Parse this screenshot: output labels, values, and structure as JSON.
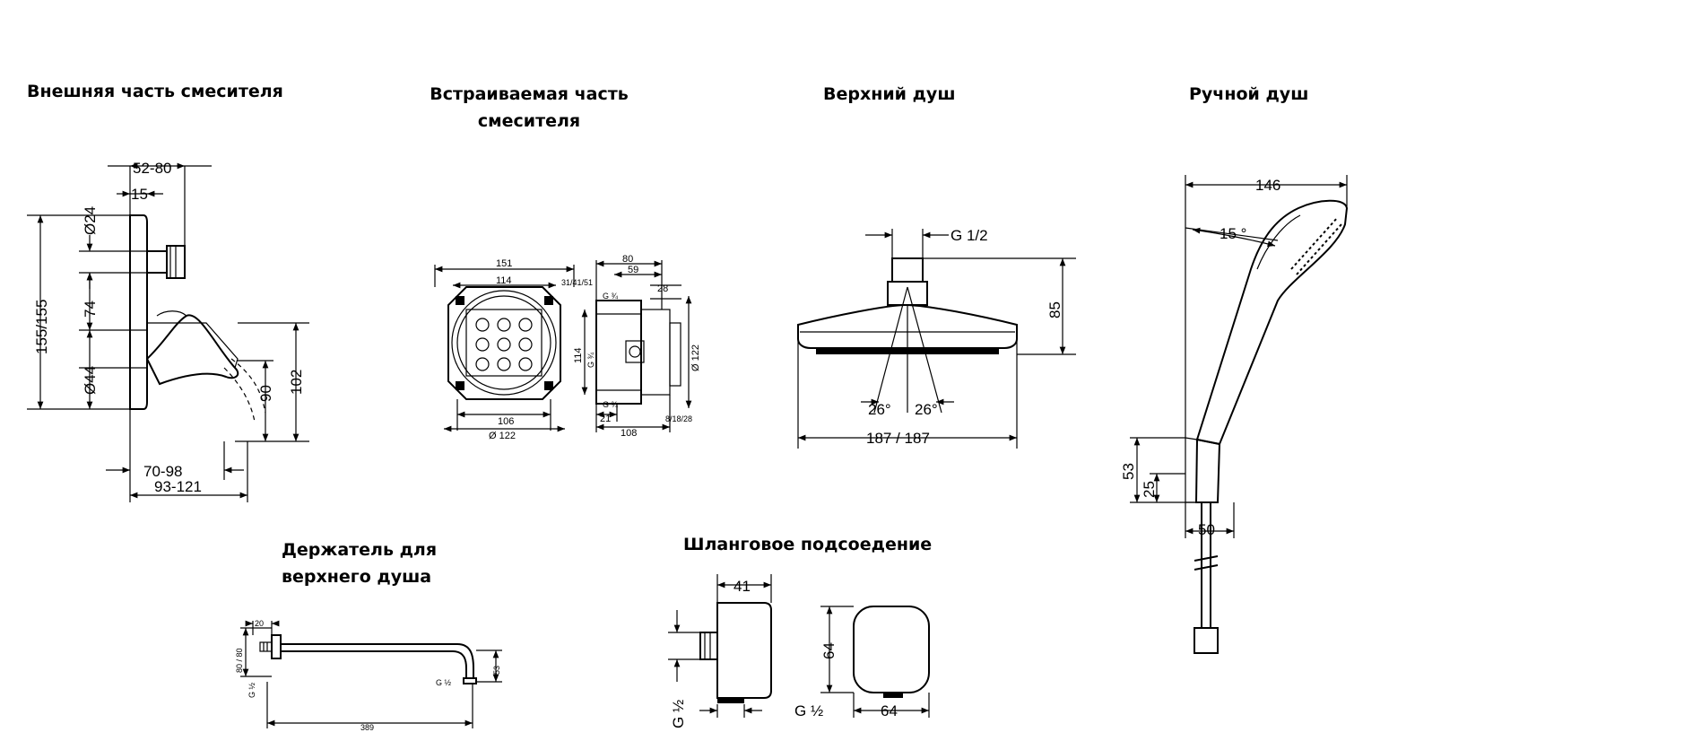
{
  "titles": {
    "mixer_outer": "Внешняя часть смесителя",
    "mixer_inner_l1": "Встраиваемая часть",
    "mixer_inner_l2": "смесителя",
    "overhead_shower": "Верхний душ",
    "hand_shower": "Ручной душ",
    "holder_l1": "Держатель для",
    "holder_l2": "верхнего душа",
    "hose_connection": "Шланговое подсоедение"
  },
  "dims": {
    "mixer_outer": {
      "depth": "52-80",
      "offset": "15",
      "d24": "Ø24",
      "h155": "155/155",
      "h74": "74",
      "d44": "Ø44",
      "h90": "90",
      "h102": "102",
      "w70": "70-98",
      "w93": "93-121"
    },
    "mixer_inner": {
      "w151": "151",
      "w114": "114",
      "h114": "114",
      "w106": "106",
      "d122": "Ø 122",
      "w80": "80",
      "w59": "59",
      "s31": "31/41/51",
      "g34a": "G ¾",
      "g34b": "G ¾",
      "g34c": "G ¾",
      "r28": "28",
      "d122v": "Ø 122",
      "w21": "21",
      "w108": "108",
      "s8": "8/18/28"
    },
    "overhead": {
      "g12": "G 1/2",
      "h85": "85",
      "a26l": "26°",
      "a26r": "26°",
      "w187": "187 / 187"
    },
    "hand": {
      "w146": "146",
      "a15": "15 °",
      "h53": "53",
      "h25": "25",
      "w50": "50"
    },
    "holder": {
      "w20": "20",
      "h80": "80 / 80",
      "g12a": "G ½",
      "g12b": "G ½",
      "h53": "53",
      "w389": "389"
    },
    "hose": {
      "w41": "41",
      "h64": "64",
      "g12v": "G ½",
      "g12h": "G ½",
      "w64": "64"
    }
  }
}
